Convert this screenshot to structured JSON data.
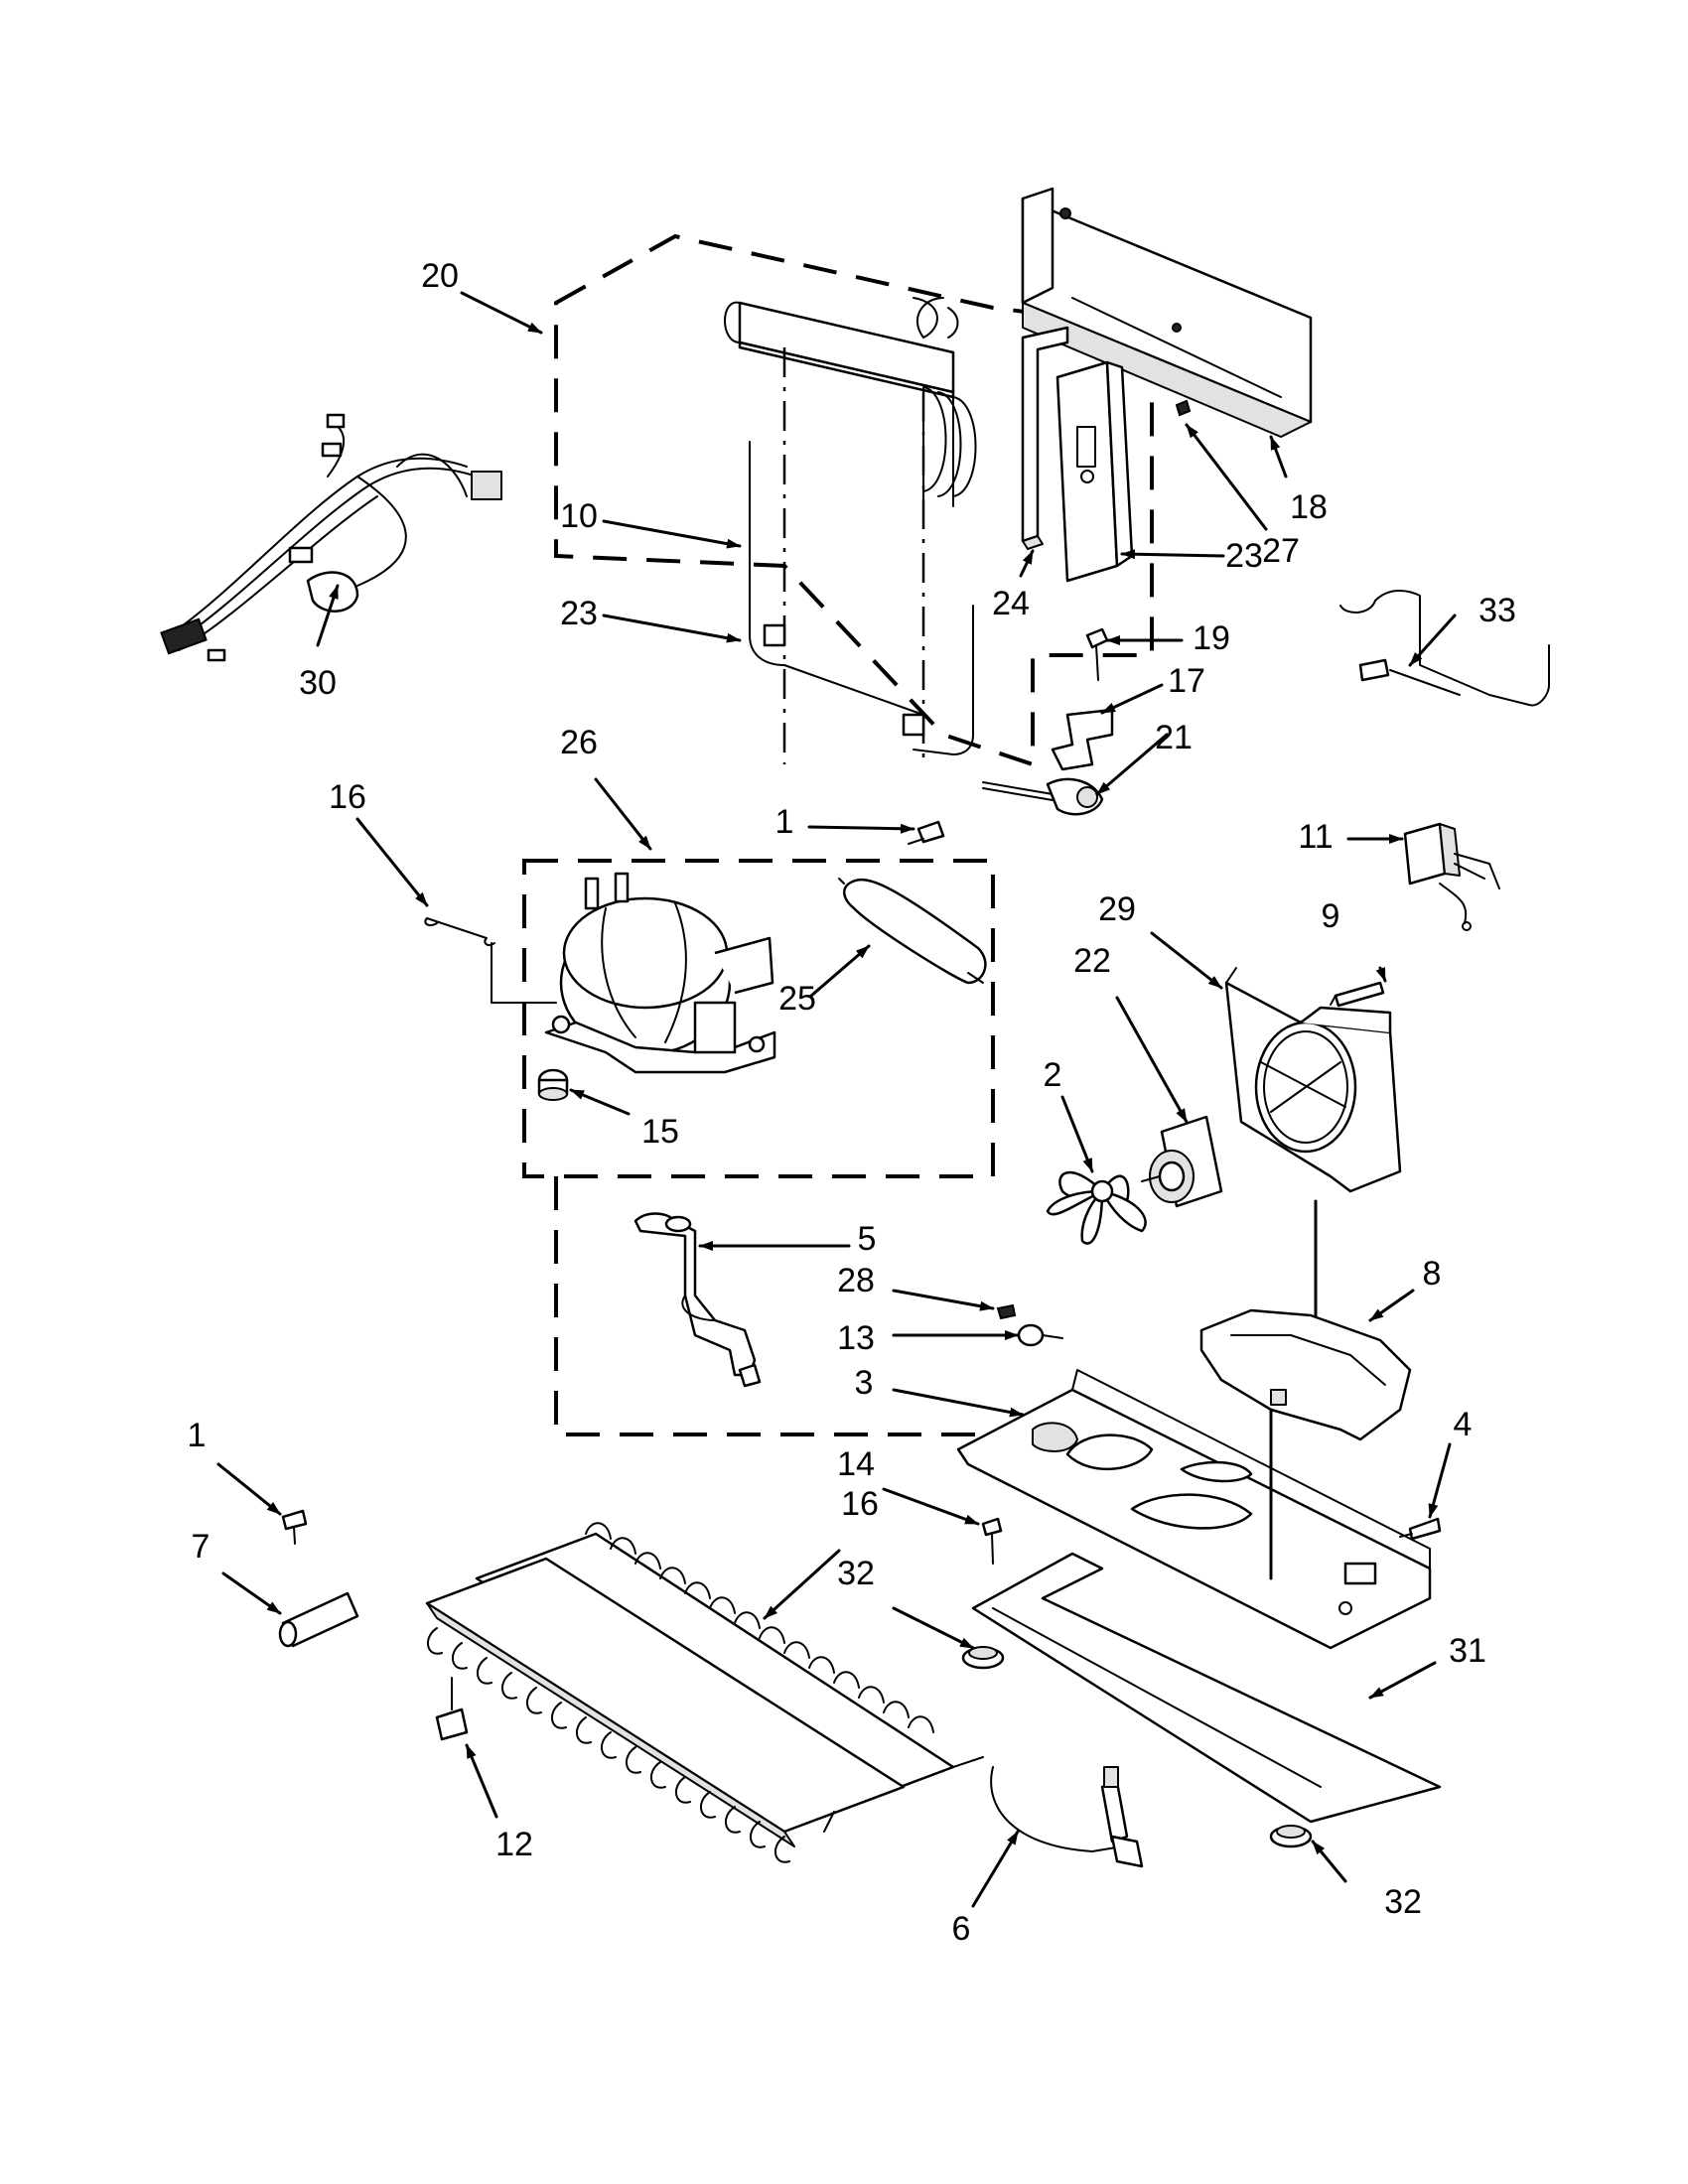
{
  "callouts": [
    "1",
    "2",
    "3",
    "4",
    "5",
    "6",
    "7",
    "8",
    "9",
    "10",
    "11",
    "12",
    "13",
    "14",
    "15",
    "16",
    "17",
    "18",
    "19",
    "20",
    "21",
    "22",
    "23",
    "24",
    "25",
    "26",
    "27",
    "28",
    "29",
    "30",
    "31",
    "32",
    "33"
  ]
}
